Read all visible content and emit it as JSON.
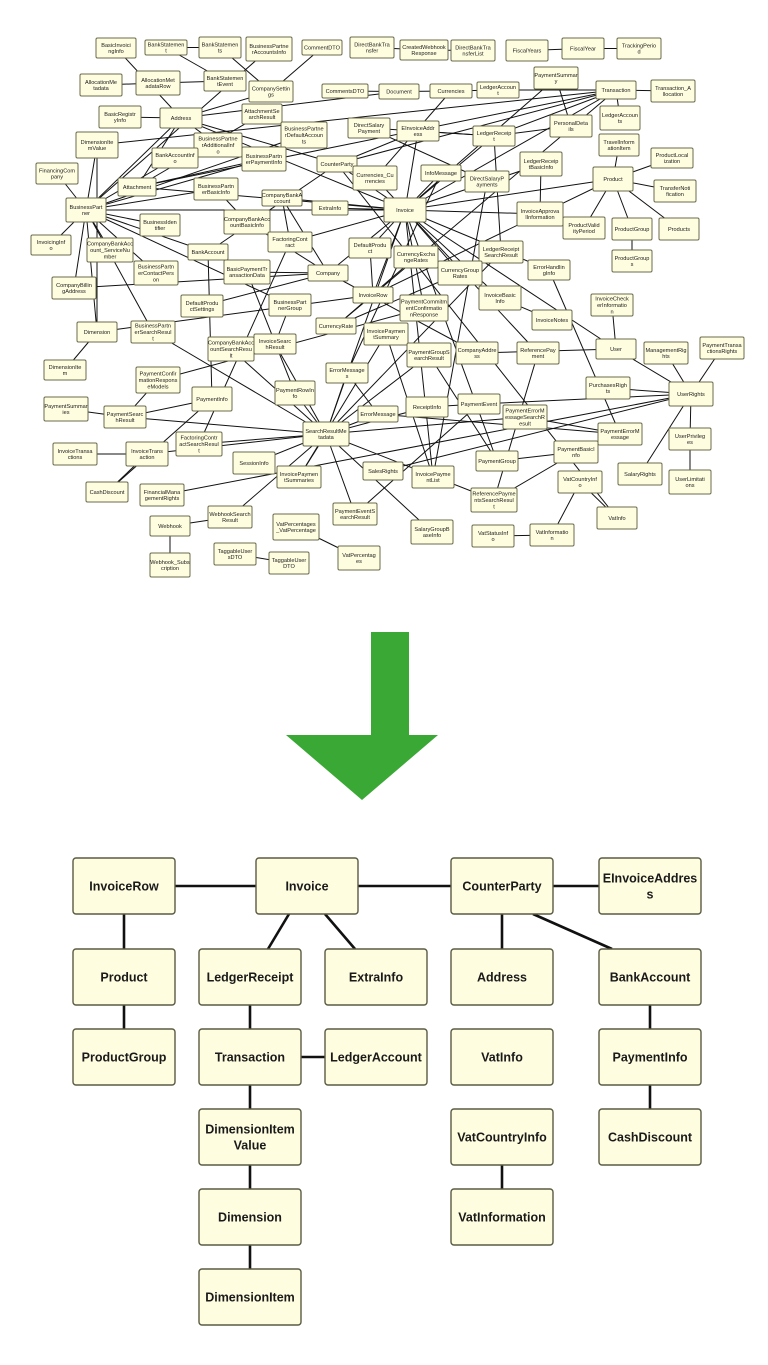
{
  "before": {
    "entities": [
      "BasicInvoicingInfo",
      "BankStatement",
      "BankStatements",
      "BusinessPartnerAccountsInfo",
      "CommentDTO",
      "DirectBankTransfer",
      "CreatedWebhookResponse",
      "DirectBankTransferList",
      "FiscalYears",
      "FiscalYear",
      "TrackingPeriod",
      "AllocationMetadata",
      "AllocationMetadataRow",
      "BankStatementEvent",
      "CompanySettings",
      "CommentsDTO",
      "Document",
      "Currencies",
      "LedgerAccount",
      "PaymentSummary",
      "Transaction",
      "Transaction_Allocation",
      "BasicRegistryInfo",
      "Address",
      "AttachmentSearchResult",
      "BusinessPartnerDefaultAccounts",
      "DirectSalaryPayment",
      "EInvoiceAddress",
      "LedgerReceipt",
      "PersonalDetails",
      "LedgerAccounts",
      "DimensionItemValue",
      "BusinessPartnerAdditionalInfo",
      "TravelInformationItem",
      "ProductLocalization",
      "FinancingCompany",
      "BankAccountInfo",
      "BusinessPartnerPaymentInfo",
      "CounterParty",
      "Currencies_Currencies",
      "InfoMessage",
      "DirectSalaryPayments",
      "LedgerReceiptBasicInfo",
      "Product",
      "TransferNotification",
      "Attachment",
      "BusinessPartnerBasicInfo",
      "CompanyBankAccount",
      "BusinessPartner",
      "ExtraInfo",
      "Invoice",
      "InvoiceApprovalInformation",
      "BusinessIdentifier",
      "CompanyBankAccountBasicInfo",
      "ProductValidityPeriod",
      "ProductGroup",
      "Products",
      "InvoicingInfo",
      "CompanyBankAccount_ServiceNumber",
      "BankAccount",
      "FactoringContract",
      "DefaultProduct",
      "LedgerReceiptSearchResult",
      "CurrencyExchangeRates",
      "ProductGroups",
      "BusinessPartnerContactPerson",
      "BasicPaymentTransactionData",
      "Company",
      "CurrencyGroupRates",
      "ErrorHandlingInfo",
      "CompanyBillingAddress",
      "DefaultProductSettings",
      "InvoiceRow",
      "PaymentCommitmentConfirmationResponse",
      "InvoiceBasicInfo",
      "InvoiceCheckerInformation",
      "BusinessPartnerGroup",
      "CurrencyRate",
      "InvoiceNotes",
      "Dimension",
      "BusinessPartnerSearchResult",
      "CompanyBankAccountSearchResult",
      "InvoiceSearchResult",
      "InvoicePaymentSummary",
      "PaymentGroupSearchResult",
      "CompanyAddress",
      "ReferencePayment",
      "User",
      "ManagementRights",
      "PaymentTransactionsRights",
      "DimensionItem",
      "PaymentConfirmationResponseModels",
      "ErrorMessages",
      "PurchasesRights",
      "UserRights",
      "PaymentSummaries",
      "PaymentInfo",
      "PaymentRowInfo",
      "ReceiptInfo",
      "PaymentEvent",
      "PaymentErrorMessageSearchResult",
      "PaymentSearchResult",
      "ErrorMessage",
      "SearchResultMetadata",
      "PaymentErrorMessage",
      "UserPrivileges",
      "InvoiceTransactions",
      "InvoiceTransaction",
      "FactoringContractSearchResult",
      "PaymentBasicInfo",
      "SessionInfo",
      "InvoicePaymentSummaries",
      "SalesRights",
      "InvoicePaymentList",
      "PaymentGroup",
      "SalaryRights",
      "UserLimitations",
      "CashDiscount",
      "FinancialManagementRights",
      "ReferencePaymentsSearchResult",
      "VatCountryInfo",
      "Webhook",
      "WebhookSearchResult",
      "PaymentEventSearchResult",
      "VatPercentages_VatPercentage",
      "VatInfo",
      "SalaryGroupBaseInfo",
      "VatStatusInfo",
      "VatInformation",
      "Webhook_Subscription",
      "TaggableUsersDTO",
      "TaggableUserDTO",
      "VatPercentages"
    ]
  },
  "after": {
    "nodes": {
      "invoice_row": "InvoiceRow",
      "invoice": "Invoice",
      "counter_party": "CounterParty",
      "einvoice_address": "EInvoiceAddres s",
      "product": "Product",
      "ledger_receipt": "LedgerReceipt",
      "extra_info": "ExtraInfo",
      "address": "Address",
      "bank_account": "BankAccount",
      "product_group": "ProductGroup",
      "transaction": "Transaction",
      "ledger_account": "LedgerAccount",
      "vat_info": "VatInfo",
      "payment_info": "PaymentInfo",
      "dimension_item_value": "DimensionItem Value",
      "vat_country_info": "VatCountryInfo",
      "cash_discount": "CashDiscount",
      "dimension": "Dimension",
      "vat_information": "VatInformation",
      "dimension_item": "DimensionItem"
    }
  },
  "colors": {
    "box_fill": "#fffde0",
    "box_stroke": "#6b6b4c",
    "edge": "#111111",
    "arrow": "#3aa835"
  },
  "icons": {
    "transform_arrow": "arrow-down-icon"
  }
}
